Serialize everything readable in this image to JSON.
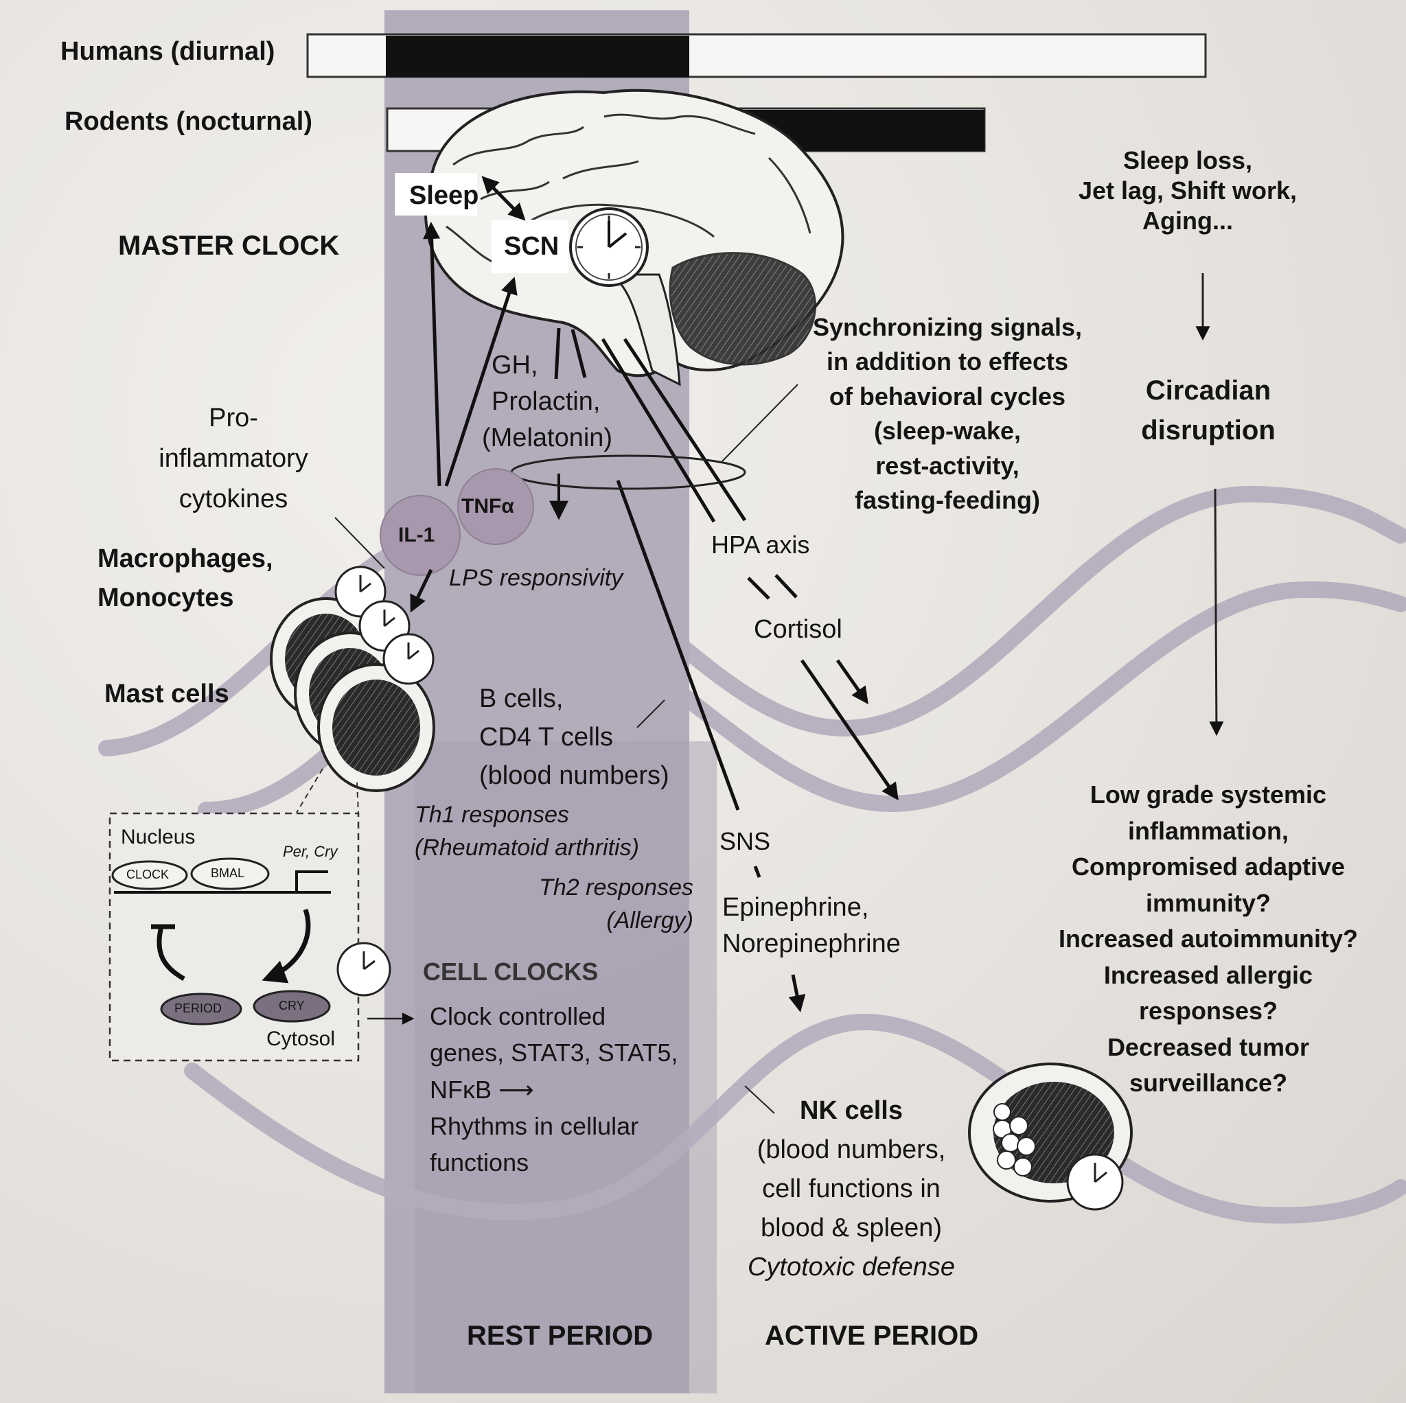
{
  "bars": {
    "humans_label": "Humans (diurnal)",
    "rodents_label": "Rodents (nocturnal)"
  },
  "brain": {
    "sleep": "Sleep",
    "scn": "SCN",
    "master_clock": "MASTER CLOCK"
  },
  "disruption": {
    "causes": [
      "Sleep loss,",
      "Jet lag, Shift work,",
      "Aging..."
    ],
    "title": [
      "Circadian",
      "disruption"
    ],
    "outcomes": [
      "Low grade systemic",
      "inflammation,",
      "Compromised adaptive",
      "immunity?",
      "Increased autoimmunity?",
      "Increased allergic",
      "responses?",
      "Decreased tumor",
      "surveillance?"
    ]
  },
  "signals": {
    "synchronizing": [
      "Synchronizing signals,",
      "in addition to effects",
      "of behavioral cycles",
      "(sleep-wake,",
      "rest-activity,",
      "fasting-feeding)"
    ],
    "hormones": [
      "GH,",
      "Prolactin,",
      "(Melatonin)"
    ],
    "hpa": "HPA axis",
    "cortisol": "Cortisol",
    "sns": "SNS",
    "catecholamines": [
      "Epinephrine,",
      "Norepinephrine"
    ]
  },
  "immune": {
    "cytokines": [
      "Pro-",
      "inflammatory",
      "cytokines"
    ],
    "il1": "IL-1",
    "tnf": "TNFα",
    "macrophages": [
      "Macrophages,",
      "Monocytes"
    ],
    "lps": "LPS responsivity",
    "mast": "Mast cells",
    "bcells": [
      "B cells,",
      "CD4 T cells",
      "(blood numbers)"
    ],
    "th1": [
      "Th1 responses",
      "(Rheumatoid arthritis)"
    ],
    "th2": [
      "Th2 responses",
      "(Allergy)"
    ],
    "nk": [
      "NK cells",
      "(blood numbers,",
      "cell functions in",
      "blood & spleen)",
      "Cytotoxic defense"
    ]
  },
  "cell_clock": {
    "nucleus": "Nucleus",
    "per_cry": "Per, Cry",
    "clock": "CLOCK",
    "bmal": "BMAL",
    "period": "PERIOD",
    "cry": "CRY",
    "cytosol": "Cytosol",
    "title": "CELL CLOCKS",
    "genes": [
      "Clock controlled",
      "genes, STAT3, STAT5,",
      "NFκB ⟶",
      "Rhythms in cellular",
      "functions"
    ]
  },
  "periods": {
    "rest": "REST PERIOD",
    "active": "ACTIVE PERIOD"
  },
  "colors": {
    "rest_band": "#a8a1b3",
    "wave": "#b4acbc",
    "cytokine_circle": "#a898ad",
    "bar_black": "#111111"
  }
}
